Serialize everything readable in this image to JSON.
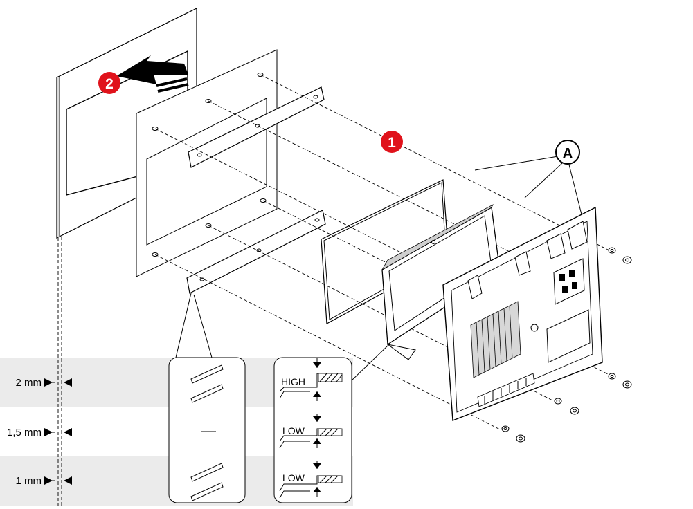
{
  "callouts": {
    "step1": "1",
    "step2": "2",
    "label_a": "A"
  },
  "thickness_rows": [
    {
      "label": "2 mm",
      "spacer_count": 2,
      "setting": "HIGH",
      "shaded": true
    },
    {
      "label": "1,5 mm",
      "spacer_count": 0,
      "setting": "LOW",
      "shaded": false
    },
    {
      "label": "1 mm",
      "spacer_count": 2,
      "setting": "LOW",
      "shaded": true
    }
  ],
  "colors": {
    "callout_red": "#e0121b",
    "row_shade": "#ebebeb",
    "line": "#000000"
  }
}
